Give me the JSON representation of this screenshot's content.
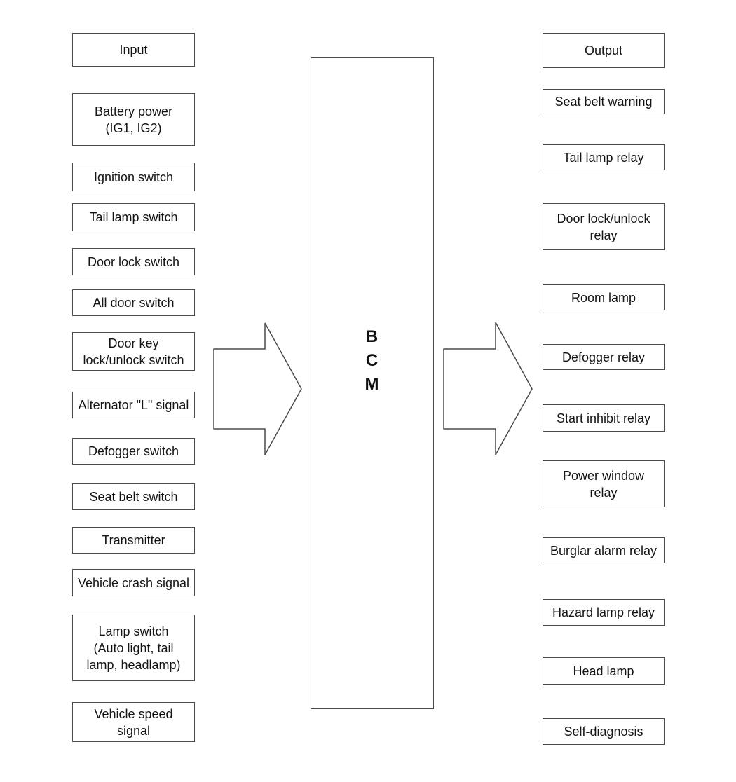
{
  "diagram": {
    "bcm": {
      "label": "B\nC\nM"
    },
    "inputs": {
      "header": "Input",
      "items": [
        "Battery power\n(IG1, IG2)",
        "Ignition switch",
        "Tail lamp switch",
        "Door lock switch",
        "All door switch",
        "Door key\nlock/unlock switch",
        "Alternator \"L\" signal",
        "Defogger switch",
        "Seat belt switch",
        "Transmitter",
        "Vehicle crash signal",
        "Lamp switch\n(Auto light, tail\nlamp, headlamp)",
        "Vehicle speed\nsignal"
      ]
    },
    "outputs": {
      "header": "Output",
      "items": [
        "Seat belt warning",
        "Tail lamp relay",
        "Door lock/unlock\nrelay",
        "Room lamp",
        "Defogger relay",
        "Start inhibit relay",
        "Power window\nrelay",
        "Burglar alarm relay",
        "Hazard lamp relay",
        "Head lamp",
        "Self-diagnosis"
      ]
    },
    "icons": {
      "left_arrow": "block-arrow-right",
      "right_arrow": "block-arrow-right"
    },
    "colors": {
      "background": "#ffffff",
      "border": "#4a4a4a",
      "text": "#141414"
    }
  }
}
